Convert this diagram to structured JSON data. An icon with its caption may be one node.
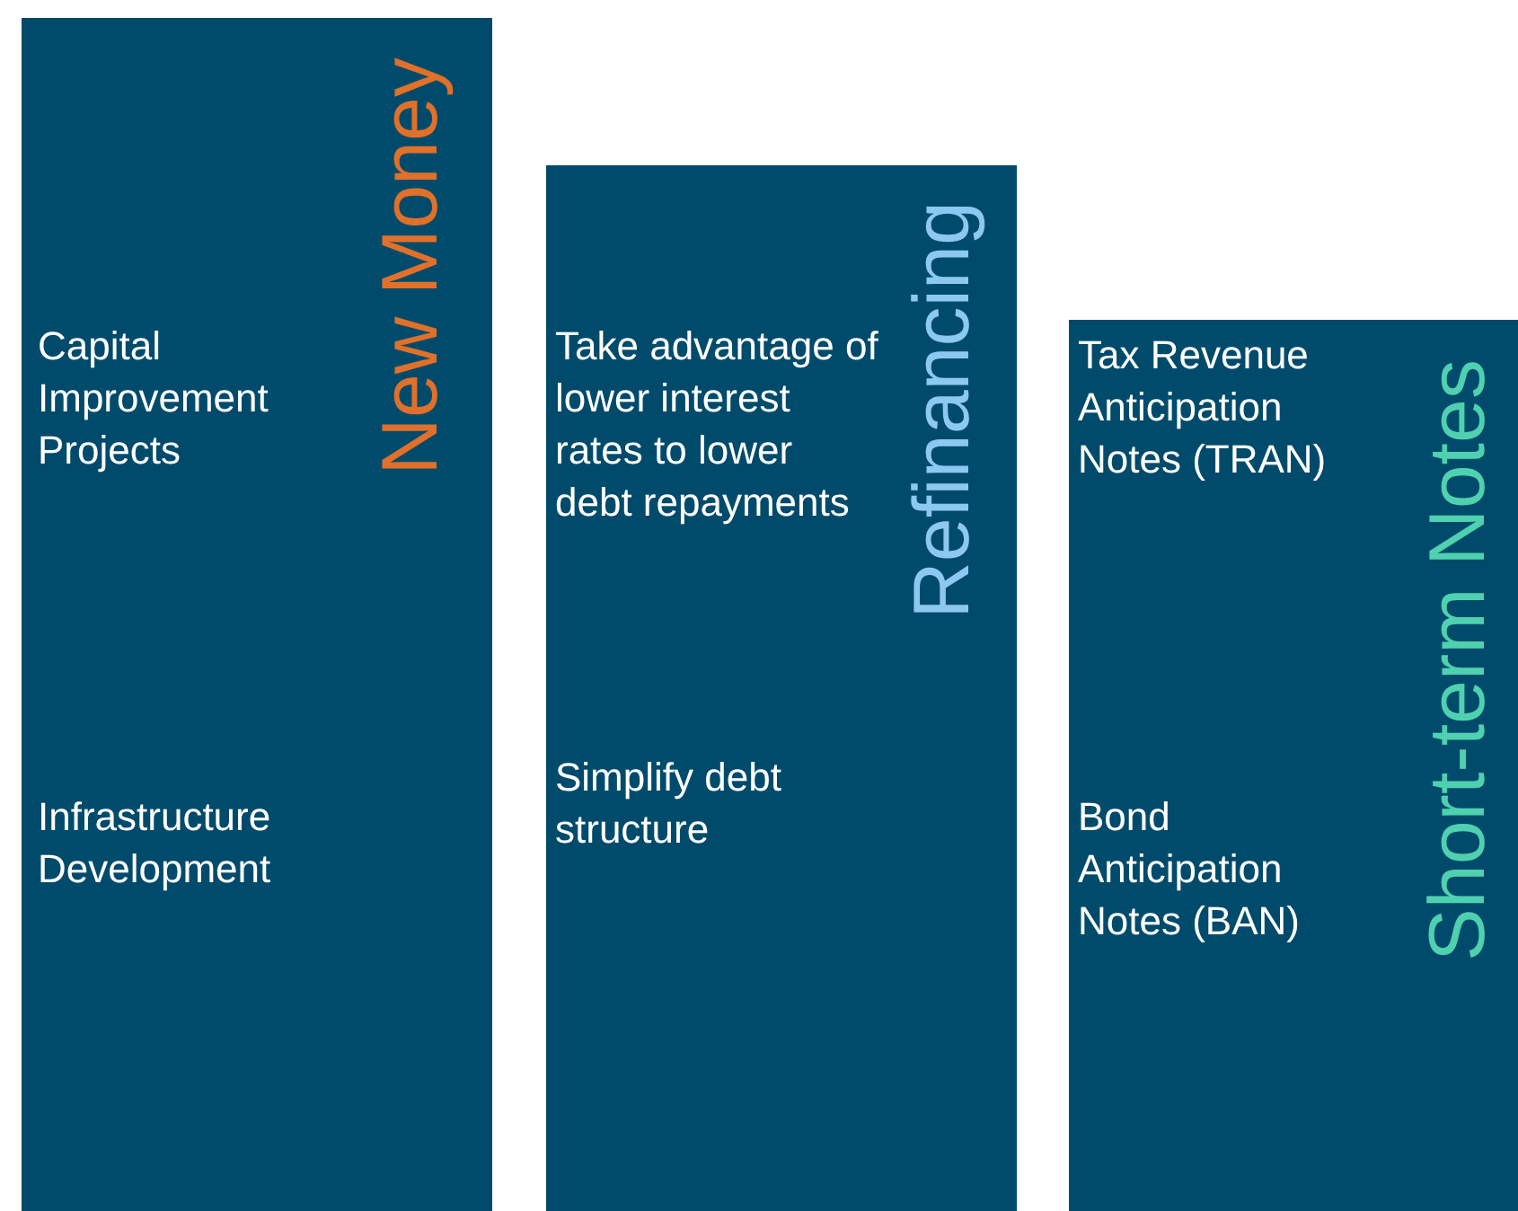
{
  "diagram": {
    "nodes": [
      {
        "text": [
          "New Money",
          "Capital Improvement Projects",
          "Infrastructure Development"
        ]
      },
      {
        "text": [
          "Refinancing",
          "Take advantage of lower interest rates to lower debt repayments",
          "Simplify debt structure"
        ]
      },
      {
        "text": [
          "Short-term Notes",
          "Tax Revenue Anticipation Notes (TRAN)",
          "Bond Anticipation Notes (BAN)"
        ]
      }
    ],
    "edges": []
  }
}
